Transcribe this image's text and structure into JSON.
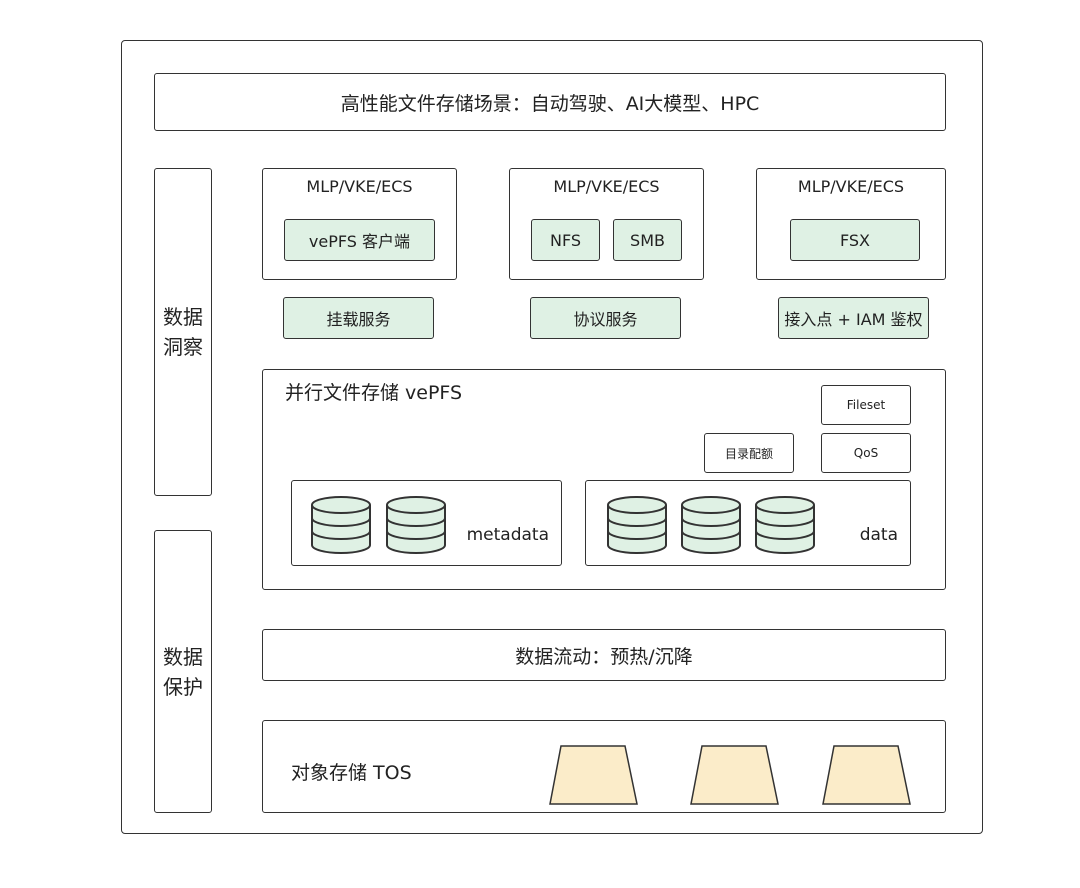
{
  "title": "高性能文件存储场景：自动驾驶、AI大模型、HPC",
  "side": {
    "insight": [
      "数据",
      "洞察"
    ],
    "protect": [
      "数据",
      "保护"
    ]
  },
  "clients": [
    {
      "header": "MLP/VKE/ECS",
      "items": [
        "vePFS 客户端"
      ],
      "service": "挂载服务"
    },
    {
      "header": "MLP/VKE/ECS",
      "items": [
        "NFS",
        "SMB"
      ],
      "service": "协议服务"
    },
    {
      "header": "MLP/VKE/ECS",
      "items": [
        "FSX"
      ],
      "service": "接入点 + IAM 鉴权"
    }
  ],
  "vepfs": {
    "title": "并行文件存储 vePFS",
    "fileset": "Fileset",
    "dir_quota": "目录配额",
    "qos": "QoS",
    "metadata_label": "metadata",
    "data_label": "data"
  },
  "flow": "数据流动：预热/沉降",
  "tos": {
    "title": "对象存储 TOS"
  },
  "colors": {
    "green_fill": "#dff1e4",
    "bucket_fill": "#fbecc9",
    "border": "#333333"
  }
}
